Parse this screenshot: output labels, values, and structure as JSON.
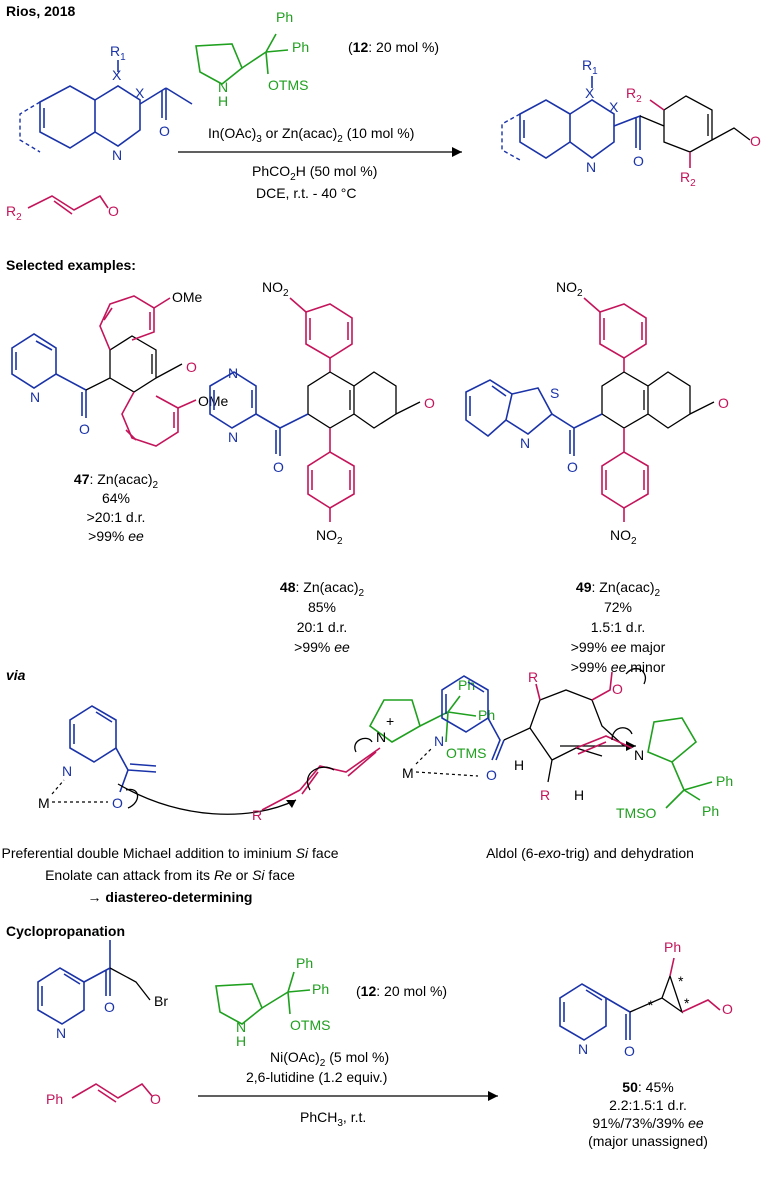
{
  "header": {
    "title": "Rios, 2018"
  },
  "scheme1": {
    "r1": "R",
    "r1_sub": "1",
    "x": "X",
    "n": "N",
    "o": "O",
    "r2": "R",
    "r2_sub": "2",
    "catalyst": {
      "ph": "Ph",
      "otms": "OTMS",
      "nh": "N",
      "h": "H",
      "loading_open": "(",
      "loading_num": "12",
      "loading_rest": ": 20 mol %)"
    },
    "cond1": "In(OAc)",
    "cond1_sub": "3",
    "cond1_mid": " or Zn(acac)",
    "cond1_sub2": "2",
    "cond1_end": " (10 mol %)",
    "cond2": "PhCO",
    "cond2_sub": "2",
    "cond2_end": "H (50 mol %)",
    "cond3": "DCE, r.t. - 40 °C"
  },
  "examples": {
    "heading": "Selected examples:",
    "ome": "OMe",
    "no2": "NO",
    "no2_sub": "2",
    "s": "S",
    "n": "N",
    "o": "O",
    "e47": {
      "id": "47",
      "cat": ": Zn(acac)",
      "cat_sub": "2",
      "yield": "64%",
      "dr": ">20:1 d.r.",
      "ee": ">99% ",
      "ee_it": "ee"
    },
    "e48": {
      "id": "48",
      "cat": ": Zn(acac)",
      "cat_sub": "2",
      "yield": "85%",
      "dr": "20:1 d.r.",
      "ee": ">99% ",
      "ee_it": "ee"
    },
    "e49": {
      "id": "49",
      "cat": ": Zn(acac)",
      "cat_sub": "2",
      "yield": "72%",
      "dr": "1.5:1 d.r.",
      "ee1": ">99% ",
      "ee1_it": "ee",
      "ee1_end": " major",
      "ee2": ">99% ",
      "ee2_it": "ee",
      "ee2_end": " minor"
    }
  },
  "mechanism": {
    "heading": "via",
    "m": "M",
    "n": "N",
    "o": "O",
    "r": "R",
    "h": "H",
    "ph": "Ph",
    "otms": "OTMS",
    "tmso": "TMSO",
    "plus": "+",
    "caption1_a": "Preferential double Michael addition to iminium ",
    "caption1_it": "Si",
    "caption1_b": " face",
    "caption2_a": "Enolate can attack from its ",
    "caption2_it1": "Re",
    "caption2_mid": " or ",
    "caption2_it2": "Si",
    "caption2_b": " face",
    "caption3_arrow": "→ ",
    "caption3_b": "diastereo-determining",
    "caption4_a": "Aldol (6-",
    "caption4_it": "exo",
    "caption4_b": "-trig) and dehydration"
  },
  "cyclopropanation": {
    "heading": "Cyclopropanation",
    "br": "Br",
    "n": "N",
    "o": "O",
    "ph": "Ph",
    "star": "*",
    "catalyst": {
      "ph": "Ph",
      "otms": "OTMS",
      "nh": "N",
      "h": "H",
      "loading_open": "(",
      "loading_num": "12",
      "loading_rest": ": 20 mol %)"
    },
    "cond1": "Ni(OAc)",
    "cond1_sub": "2",
    "cond1_end": " (5 mol %)",
    "cond2": "2,6-lutidine (1.2 equiv.)",
    "cond3": "PhCH",
    "cond3_sub": "3",
    "cond3_end": ", r.t.",
    "product": {
      "id": "50",
      "yield": ": 45%",
      "dr": "2.2:1.5:1 d.r.",
      "ee": "91%/73%/39% ",
      "ee_it": "ee",
      "note": "(major unassigned)"
    }
  }
}
